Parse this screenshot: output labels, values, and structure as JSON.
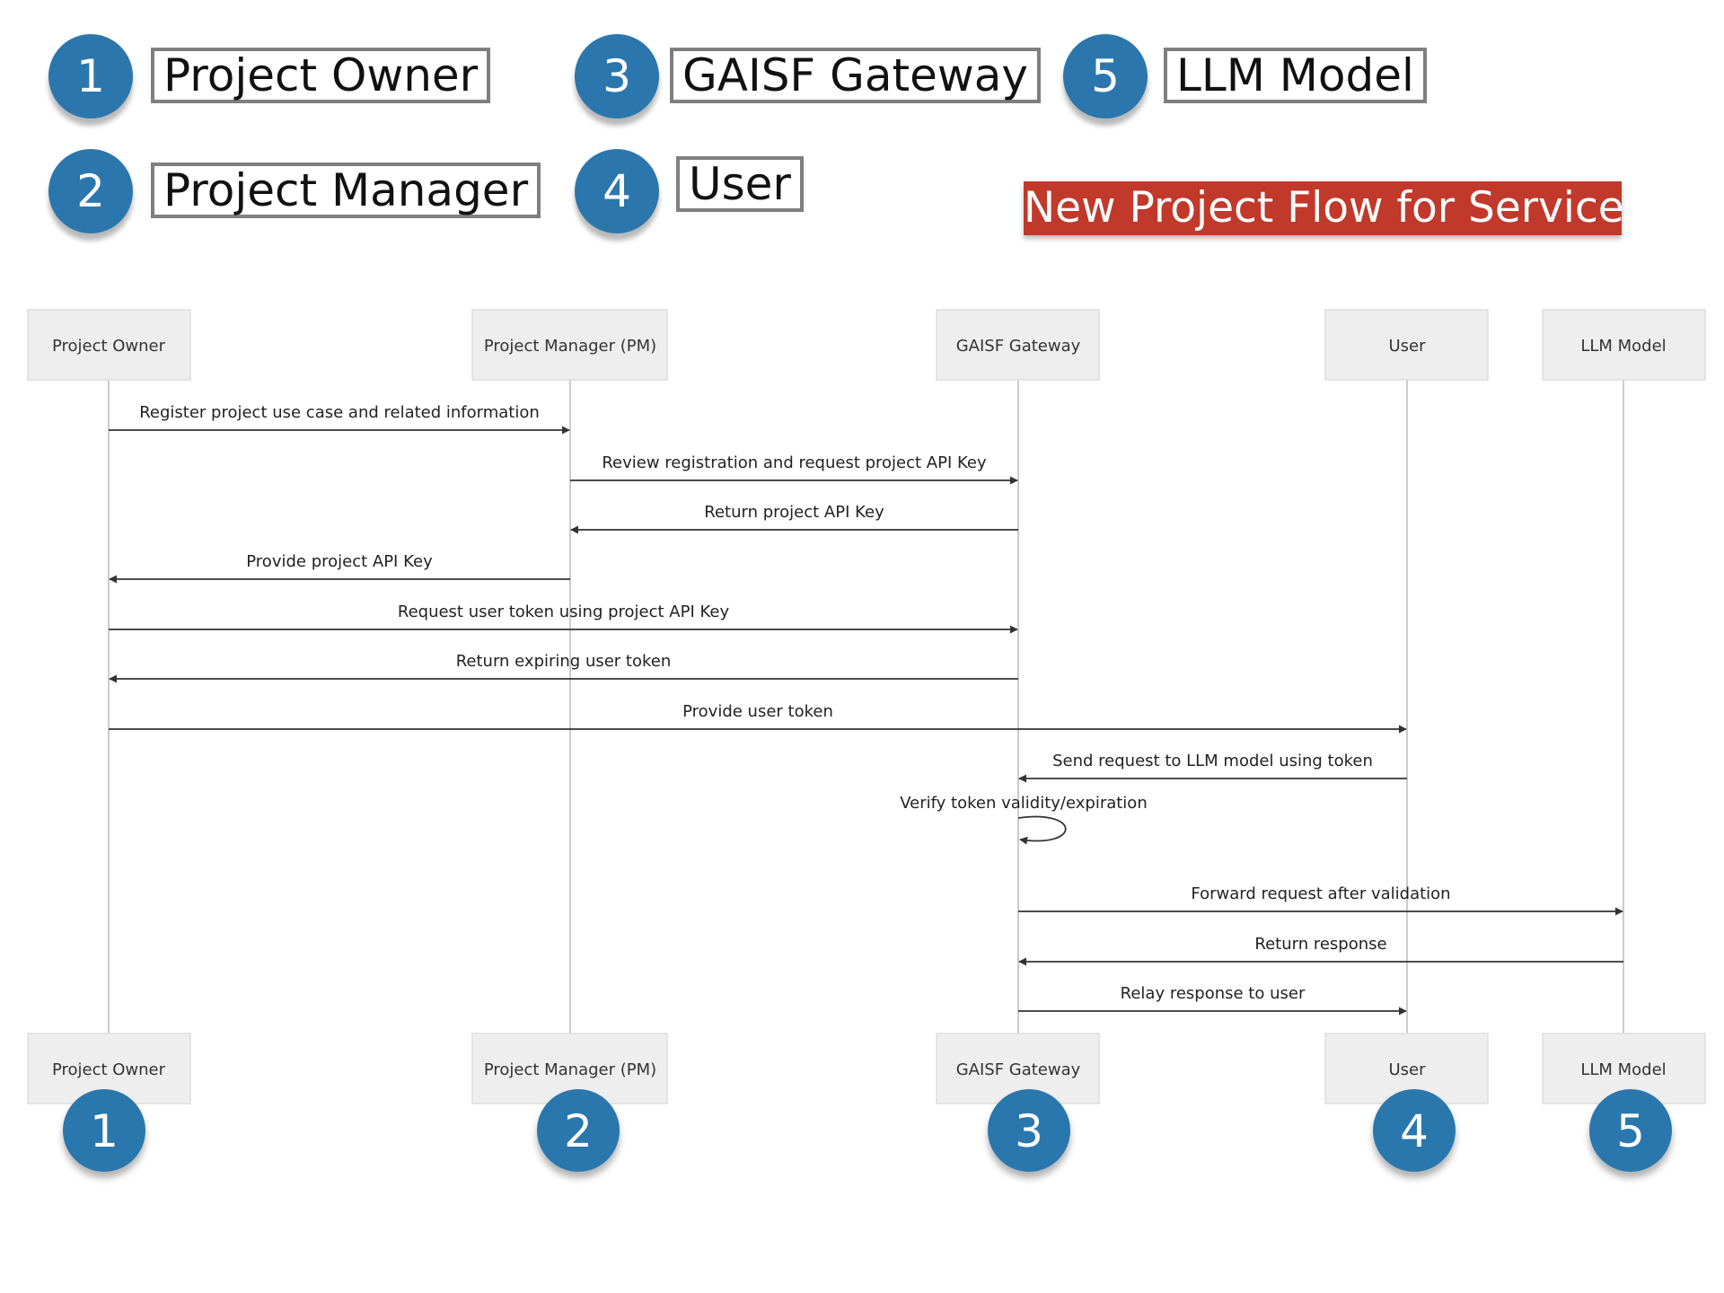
{
  "legend": [
    {
      "number": "1",
      "label": "Project Owner"
    },
    {
      "number": "2",
      "label": "Project Manager"
    },
    {
      "number": "3",
      "label": "GAISF Gateway"
    },
    {
      "number": "4",
      "label": "User"
    },
    {
      "number": "5",
      "label": "LLM Model"
    }
  ],
  "title": "New Project Flow for Service",
  "colors": {
    "badge": "#2b77ad",
    "title_banner": "#c0392b"
  },
  "participants": [
    {
      "name": "Project Owner",
      "number": "1"
    },
    {
      "name": "Project Manager (PM)",
      "number": "2"
    },
    {
      "name": "GAISF Gateway",
      "number": "3"
    },
    {
      "name": "User",
      "number": "4"
    },
    {
      "name": "LLM Model",
      "number": "5"
    }
  ],
  "messages": [
    {
      "from": 0,
      "to": 1,
      "text": "Register project use case and related information"
    },
    {
      "from": 1,
      "to": 2,
      "text": "Review registration and request project API Key"
    },
    {
      "from": 2,
      "to": 1,
      "text": "Return project API Key"
    },
    {
      "from": 1,
      "to": 0,
      "text": "Provide project API Key"
    },
    {
      "from": 0,
      "to": 2,
      "text": "Request user token using project API Key"
    },
    {
      "from": 2,
      "to": 0,
      "text": "Return expiring user token"
    },
    {
      "from": 0,
      "to": 3,
      "text": "Provide user token"
    },
    {
      "from": 3,
      "to": 2,
      "text": "Send request to LLM model using token"
    },
    {
      "from": 2,
      "to": 2,
      "text": "Verify token validity/expiration"
    },
    {
      "from": 2,
      "to": 4,
      "text": "Forward request after validation"
    },
    {
      "from": 4,
      "to": 2,
      "text": "Return response"
    },
    {
      "from": 2,
      "to": 3,
      "text": "Relay response to user"
    }
  ]
}
